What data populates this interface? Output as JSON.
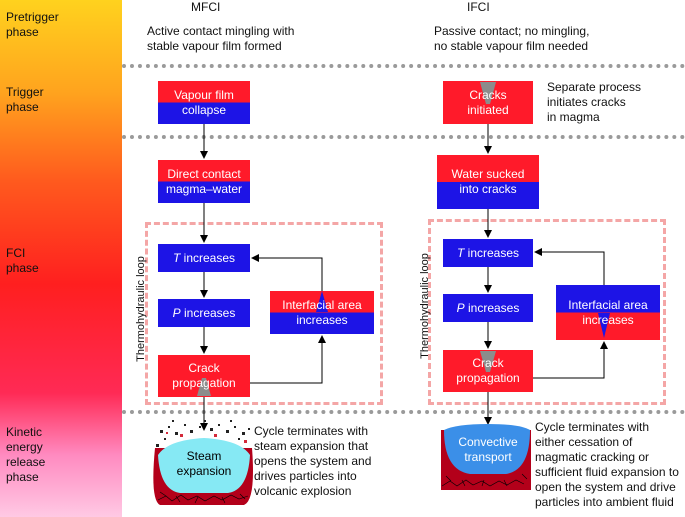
{
  "phases": {
    "pretrigger": "Pretrigger\nphase",
    "trigger": "Trigger\nphase",
    "fci": "FCI\nphase",
    "kinetic": "Kinetic\nenergy\nrelease\nphase"
  },
  "columns": {
    "mfci": "MFCI",
    "ifci": "IFCI"
  },
  "descriptions": {
    "mfci_pretrigger": "Active contact mingling with\nstable vapour film formed",
    "ifci_pretrigger": "Passive contact; no mingling,\nno stable vapour film needed",
    "ifci_trigger": "Separate process\ninitiates cracks\nin magma",
    "mfci_end": "Cycle terminates with\nsteam expansion that\nopens the system and\ndrives particles into\nvolcanic explosion",
    "ifci_end": "Cycle terminates with\neither cessation of\nmagmatic cracking or\nsufficient fluid expansion to\nopen the system and drive\nparticles into ambient fluid"
  },
  "mfci": {
    "vapour_film": "Vapour film\ncollapse",
    "direct_contact": "Direct contact\nmagma–water",
    "t_increases": "T increases",
    "p_increases": "P increases",
    "crack_propagation": "Crack\npropagation",
    "interfacial_area": "Interfacial area\nincreases",
    "steam_expansion": "Steam\nexpansion",
    "loop_label": "Thermohydraulic loop"
  },
  "ifci": {
    "cracks_initiated": "Cracks\ninitiated",
    "water_sucked": "Water sucked\ninto cracks",
    "t_increases": "T increases",
    "p_increases": "P increases",
    "crack_propagation": "Crack\npropagation",
    "interfacial_area": "Interfacial area\nincreases",
    "convective_transport": "Convective\ntransport",
    "loop_label": "Thermohydraulic loop"
  },
  "colors": {
    "blue": "#1d14e6",
    "red": "#ff1a2a",
    "loop_border": "#f4a6a6",
    "separator": "#9a9a9a"
  }
}
